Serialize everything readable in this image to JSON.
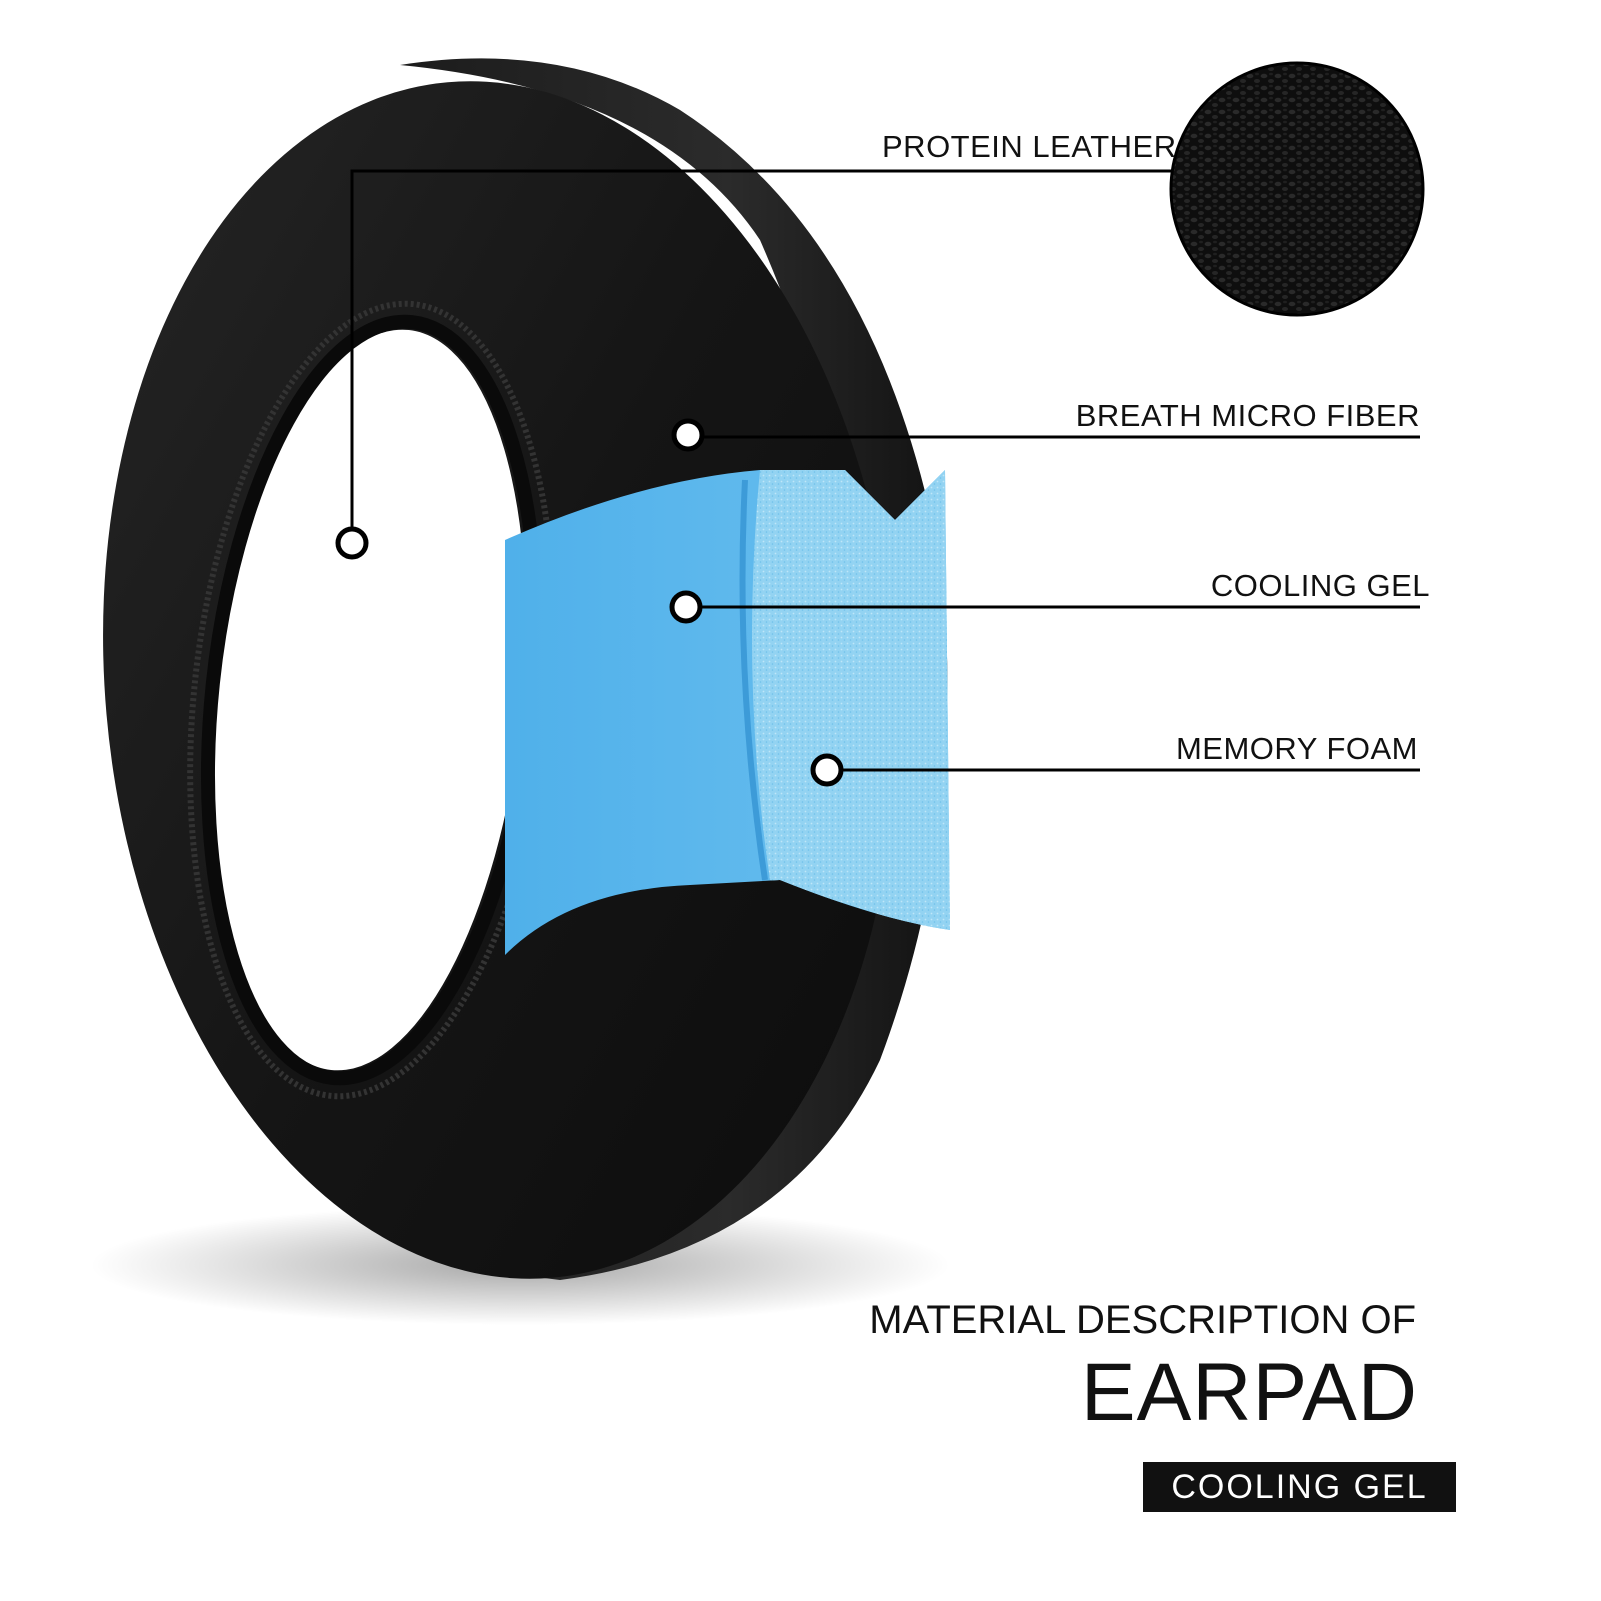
{
  "callouts": {
    "protein_leather": "PROTEIN LEATHER",
    "breath_micro_fiber": "BREATH MICRO FIBER",
    "cooling_gel": "COOLING GEL",
    "memory_foam": "MEMORY FOAM"
  },
  "title": {
    "line1": "MATERIAL DESCRIPTION OF",
    "line2": "EARPAD",
    "badge": "COOLING GEL"
  },
  "colors": {
    "pad_black": "#141414",
    "gel_blue": "#5cb8ee",
    "foam_blue": "#8ed1f2",
    "leader_line": "#000000",
    "badge_bg": "#111111"
  }
}
